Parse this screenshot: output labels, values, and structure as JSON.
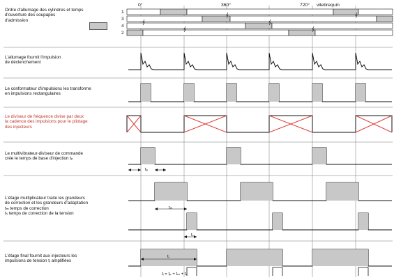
{
  "header": {
    "lines": [
      "Ordre d'allumage des cylindres et temps",
      "d'ouverture des soupapes",
      "d'admission"
    ],
    "cyl_labels": [
      "1",
      "3",
      "4",
      "2"
    ],
    "deg0": "0°",
    "deg360": "360°",
    "deg720": "720°",
    "vilebrequin": "vilebrequin"
  },
  "rows": [
    {
      "lines": [
        "L'allumage fournit l'impulsion",
        "de déclenchement"
      ]
    },
    {
      "lines": [
        "Le conformateur d'impulsions les transforme",
        "en impulsions rectangulaires"
      ]
    },
    {
      "lines": [
        "Le diviseur de fréquence divise par deux",
        "la cadence des impulsions pour le pilotage",
        "des injecteurs"
      ]
    },
    {
      "lines": [
        "Le multivibrateur-diviseur de commande",
        "crée le temps de base d'injection tₚ"
      ]
    },
    {
      "lines": [
        "L'étage multiplicateur traite les grandeurs",
        "de correction et les grandeurs d'adaptation",
        "tₘ temps de correction",
        "tₛ temps de correction de la tension"
      ]
    },
    {
      "lines": [
        "L'étage final fournit aux injecteurs les",
        "impulsions de tension tᵢ amplifiées"
      ]
    }
  ],
  "annotations": {
    "tp": "tₚ",
    "tm": "tₘ",
    "ts": "tₛ",
    "ti": "tᵢ",
    "formula": "tᵢ = tₚ + tₘ + tₛ"
  },
  "colors": {
    "line": "#111111",
    "shade": "#c8c8c8",
    "red": "#e0413a",
    "grid": "#777777"
  }
}
